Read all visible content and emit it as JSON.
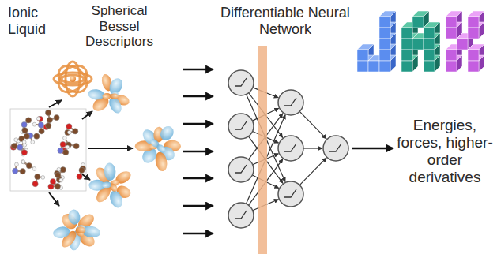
{
  "diagram": {
    "labels": [
      "Ionic Liquid",
      "Spherical Bessel Descriptors",
      "Differentiable Neural Network",
      "Energies, forces, higher-order derivatives"
    ]
  }
}
